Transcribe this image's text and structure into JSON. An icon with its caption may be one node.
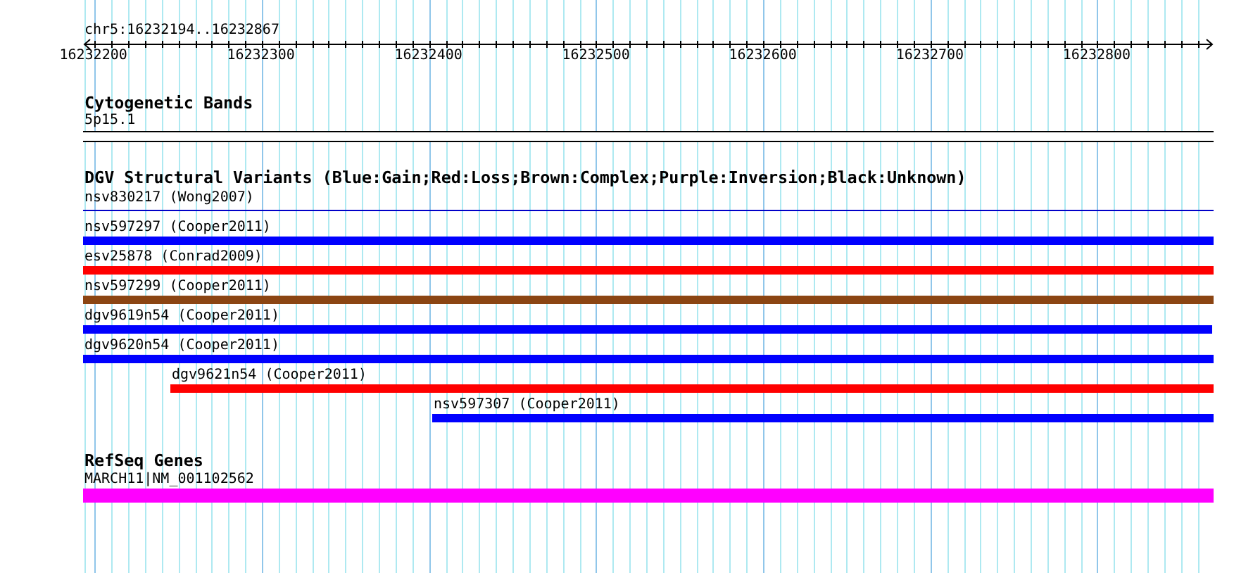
{
  "diagram": {
    "nodes": [
      {
        "text": [
          "5p15.1"
        ]
      },
      {
        "text": [
          "nsv830217 (Wong2007)"
        ]
      },
      {
        "text": [
          "nsv597297 (Cooper2011)"
        ]
      },
      {
        "text": [
          "esv25878 (Conrad2009)"
        ]
      },
      {
        "text": [
          "nsv597299 (Cooper2011)"
        ]
      },
      {
        "text": [
          "dgv9619n54 (Cooper2011)"
        ]
      },
      {
        "text": [
          "dgv9620n54 (Cooper2011)"
        ]
      },
      {
        "text": [
          "dgv9621n54 (Cooper2011)"
        ]
      },
      {
        "text": [
          "nsv597307 (Cooper2011)"
        ]
      },
      {
        "text": [
          "MARCH11|NM_001102562"
        ]
      }
    ],
    "edges": [],
    "labels": [
      "chr5:16232194..16232867",
      "16232200",
      "16232300",
      "16232400",
      "16232500",
      "16232600",
      "16232700",
      "16232800",
      "Cytogenetic Bands",
      "DGV Structural Variants (Blue:Gain;Red:Loss;Brown:Complex;Purple:Inversion;Black:Unknown)",
      "RefSeq Genes"
    ]
  }
}
